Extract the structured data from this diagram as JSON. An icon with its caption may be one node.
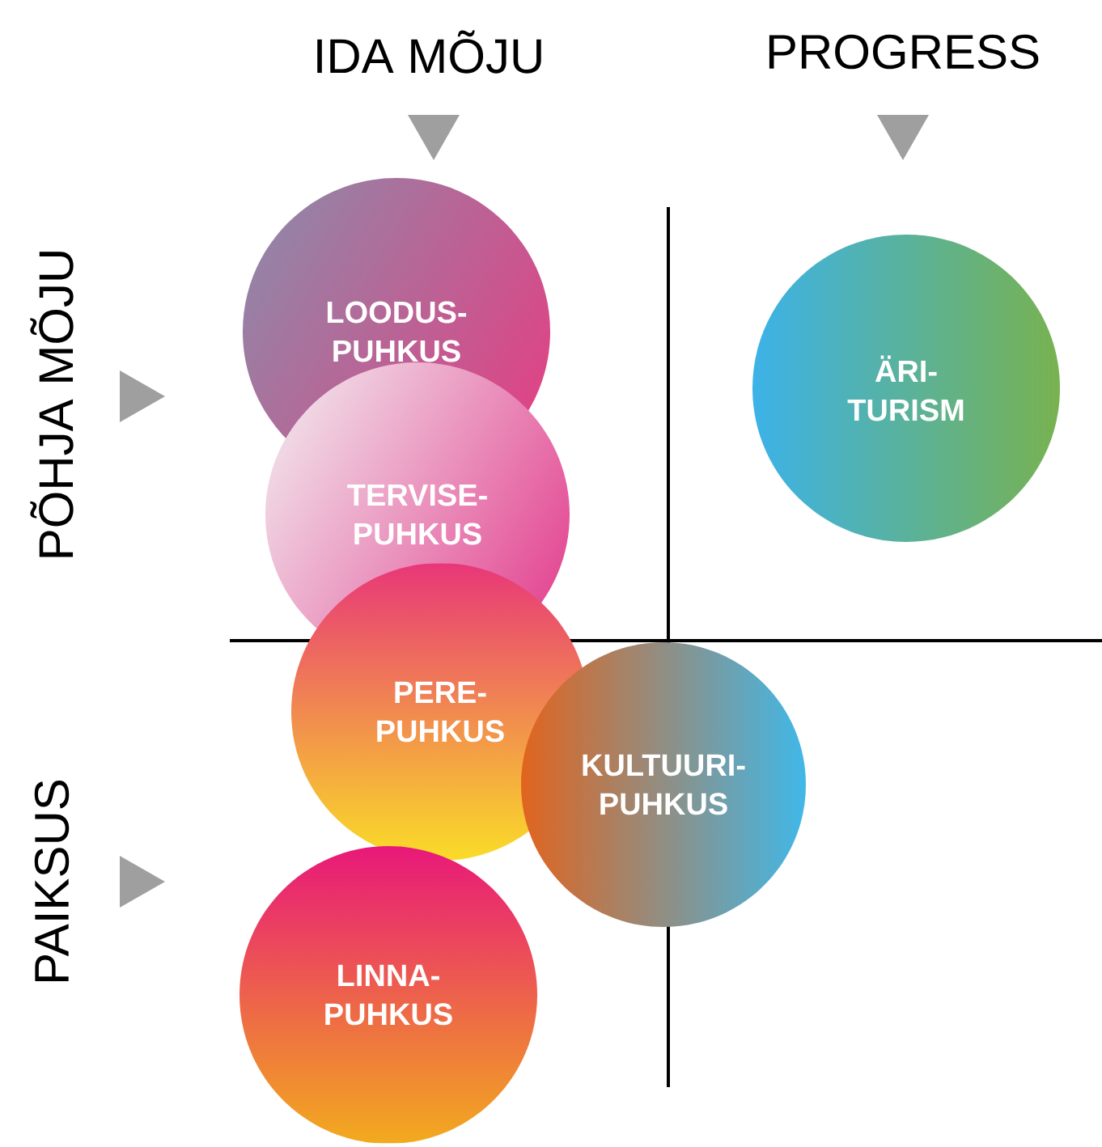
{
  "diagram": {
    "nodes": [
      {
        "text": [
          "LOODUS-PUHKUS"
        ]
      },
      {
        "text": [
          "ÄRI-TURISM"
        ]
      },
      {
        "text": [
          "TERVISE-PUHKUS"
        ]
      },
      {
        "text": [
          "PERE-PUHKUS"
        ]
      },
      {
        "text": [
          "KULTUURI-PUHKUS"
        ]
      },
      {
        "text": [
          "LINNA-PUHKUS"
        ]
      }
    ],
    "labels": [
      "IDA MÕJU",
      "PROGRESS",
      "PÕHJA MÕJU",
      "PAIKSUS"
    ]
  }
}
